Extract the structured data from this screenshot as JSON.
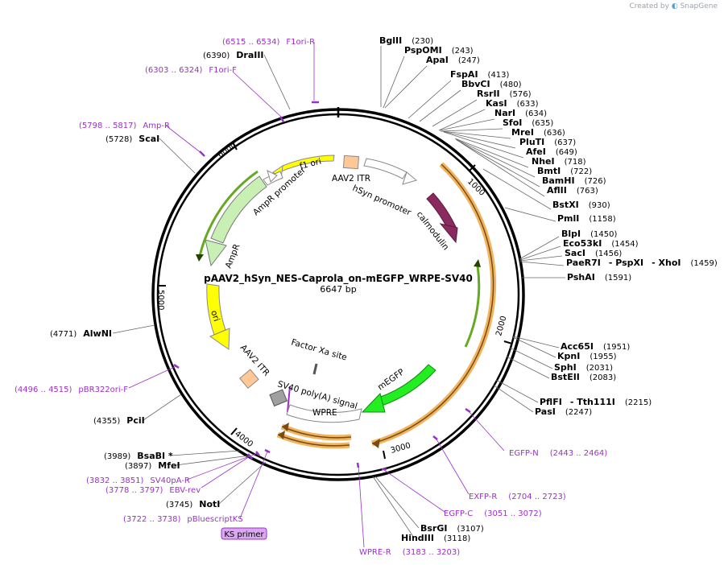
{
  "credit": {
    "prefix": "Created by",
    "brand": "SnapGene"
  },
  "plasmid": {
    "name": "pAAV2_hSyn_NES-Caprola_on-mEGFP_WRPE-SV40",
    "size_label": "6647 bp"
  },
  "ticks": [
    "1000",
    "2000",
    "3000",
    "4000",
    "5000",
    "6000"
  ],
  "right_sites": [
    {
      "name": "BglII",
      "pos": "(230)"
    },
    {
      "name": "PspOMI",
      "pos": "(243)"
    },
    {
      "name": "ApaI",
      "pos": "(247)"
    },
    {
      "name": "FspAI",
      "pos": "(413)"
    },
    {
      "name": "BbvCI",
      "pos": "(480)"
    },
    {
      "name": "RsrII",
      "pos": "(576)"
    },
    {
      "name": "KasI",
      "pos": "(633)"
    },
    {
      "name": "NarI",
      "pos": "(634)"
    },
    {
      "name": "SfoI",
      "pos": "(635)"
    },
    {
      "name": "MreI",
      "pos": "(636)"
    },
    {
      "name": "PluTI",
      "pos": "(637)"
    },
    {
      "name": "AfeI",
      "pos": "(649)"
    },
    {
      "name": "NheI",
      "pos": "(718)"
    },
    {
      "name": "BmtI",
      "pos": "(722)"
    },
    {
      "name": "BamHI",
      "pos": "(726)"
    },
    {
      "name": "AflII",
      "pos": "(763)"
    },
    {
      "name": "BstXI",
      "pos": "(930)"
    },
    {
      "name": "PmlI",
      "pos": "(1158)"
    },
    {
      "name": "BlpI",
      "pos": "(1450)"
    },
    {
      "name": "Eco53kI",
      "pos": "(1454)"
    },
    {
      "name": "SacI",
      "pos": "(1456)"
    },
    {
      "name": "PaeR7I",
      "extra1": "- PspXI",
      "extra2": "- XhoI",
      "pos": "(1459)"
    },
    {
      "name": "PshAI",
      "pos": "(1591)"
    },
    {
      "name": "Acc65I",
      "pos": "(1951)"
    },
    {
      "name": "KpnI",
      "pos": "(1955)"
    },
    {
      "name": "SphI",
      "pos": "(2031)"
    },
    {
      "name": "BstEII",
      "pos": "(2083)"
    },
    {
      "name": "PflFI",
      "extra1": "- Tth111I",
      "pos": "(2215)"
    },
    {
      "name": "PasI",
      "pos": "(2247)"
    },
    {
      "name": "BsrGI",
      "pos": "(3107)"
    },
    {
      "name": "HindIII",
      "pos": "(3118)"
    }
  ],
  "left_sites": [
    {
      "name": "DraIII",
      "pos": "(6390)"
    },
    {
      "name": "ScaI",
      "pos": "(5728)"
    },
    {
      "name": "AlwNI",
      "pos": "(4771)"
    },
    {
      "name": "PciI",
      "pos": "(4355)"
    },
    {
      "name": "BsaBI *",
      "pos": "(3989)"
    },
    {
      "name": "MfeI",
      "pos": "(3897)"
    },
    {
      "name": "NotI",
      "pos": "(3745)"
    }
  ],
  "primers": [
    {
      "name": "F1ori-R",
      "range": "(6515 .. 6534)"
    },
    {
      "name": "F1ori-F",
      "range": "(6303 .. 6324)"
    },
    {
      "name": "Amp-R",
      "range": "(5798 .. 5817)"
    },
    {
      "name": "pBR322ori-F",
      "range": "(4496 .. 4515)"
    },
    {
      "name": "SV40pA-R",
      "range": "(3832 .. 3851)"
    },
    {
      "name": "EBV-rev",
      "range": "(3778 .. 3797)"
    },
    {
      "name": "pBluescriptKS",
      "range": "(3722 .. 3738)"
    },
    {
      "name": "EGFP-N",
      "range": "(2443 .. 2464)"
    },
    {
      "name": "EXFP-R",
      "range": "(2704 .. 2723)"
    },
    {
      "name": "EGFP-C",
      "range": "(3051 .. 3072)"
    },
    {
      "name": "WPRE-R",
      "range": "(3183 .. 3203)"
    }
  ],
  "ks_primer": "KS primer",
  "features": {
    "f1_ori": "f1 ori",
    "aav2_itr_top": "AAV2 ITR",
    "hsyn_promoter": "hSyn promoter",
    "calmodulin": "calmodulin",
    "ampr_promoter": "AmpR promoter",
    "ampr": "AmpR",
    "ori": "ori",
    "aav2_itr_bottom": "AAV2 ITR",
    "factor_xa": "Factor Xa site",
    "sv40_polya": "SV40 poly(A) signal",
    "wpre": "WPRE",
    "megfp": "mEGFP"
  },
  "colors": {
    "backbone": "#000000",
    "enzyme": "#000000",
    "primer": "#9b30c8",
    "f1_ori": "#ffff00",
    "ori": "#ffff00",
    "itr": "#ffc896",
    "promoter": "#ffffff",
    "calmodulin": "#8b2a5e",
    "ampr": "#c8f0b4",
    "megfp": "#22ee22",
    "orf_outline": "#f0b460",
    "polya": "#a0a0a0"
  }
}
